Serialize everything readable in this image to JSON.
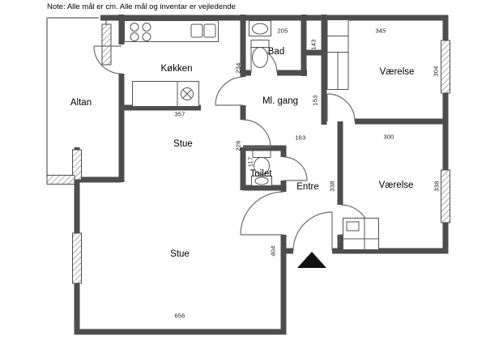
{
  "note": "Note: Alle mål er cm. Alle mål og inventar er vejledende",
  "rooms": {
    "altan": "Altan",
    "kokken": "Køkken",
    "bad": "Bad",
    "ml_gang": "Ml. gang",
    "vaerelse_nord": "Værelse",
    "stue_upper": "Stue",
    "toilet": "Toilet",
    "entre": "Entre",
    "vaerelse_ost": "Værelse",
    "stue_lower": "Stue"
  },
  "dims": {
    "bad_b": "205",
    "vaerelse_nord_b": "345",
    "skab_b": "143",
    "vaerelse_nord_h": "304",
    "kokken_h": "234",
    "ml_gang_h": "153",
    "kokken_b": "357",
    "stue_upper_h": "226",
    "entre_b": "163",
    "vaerelse_ost_b": "300",
    "toilet_h": "117",
    "entre_h": "338",
    "vaerelse_ost_h": "338",
    "stue_h": "404",
    "stue_b": "656"
  },
  "colors": {
    "wall": "#4d4d4d",
    "thin": "#666666",
    "arrow": "#111111"
  }
}
